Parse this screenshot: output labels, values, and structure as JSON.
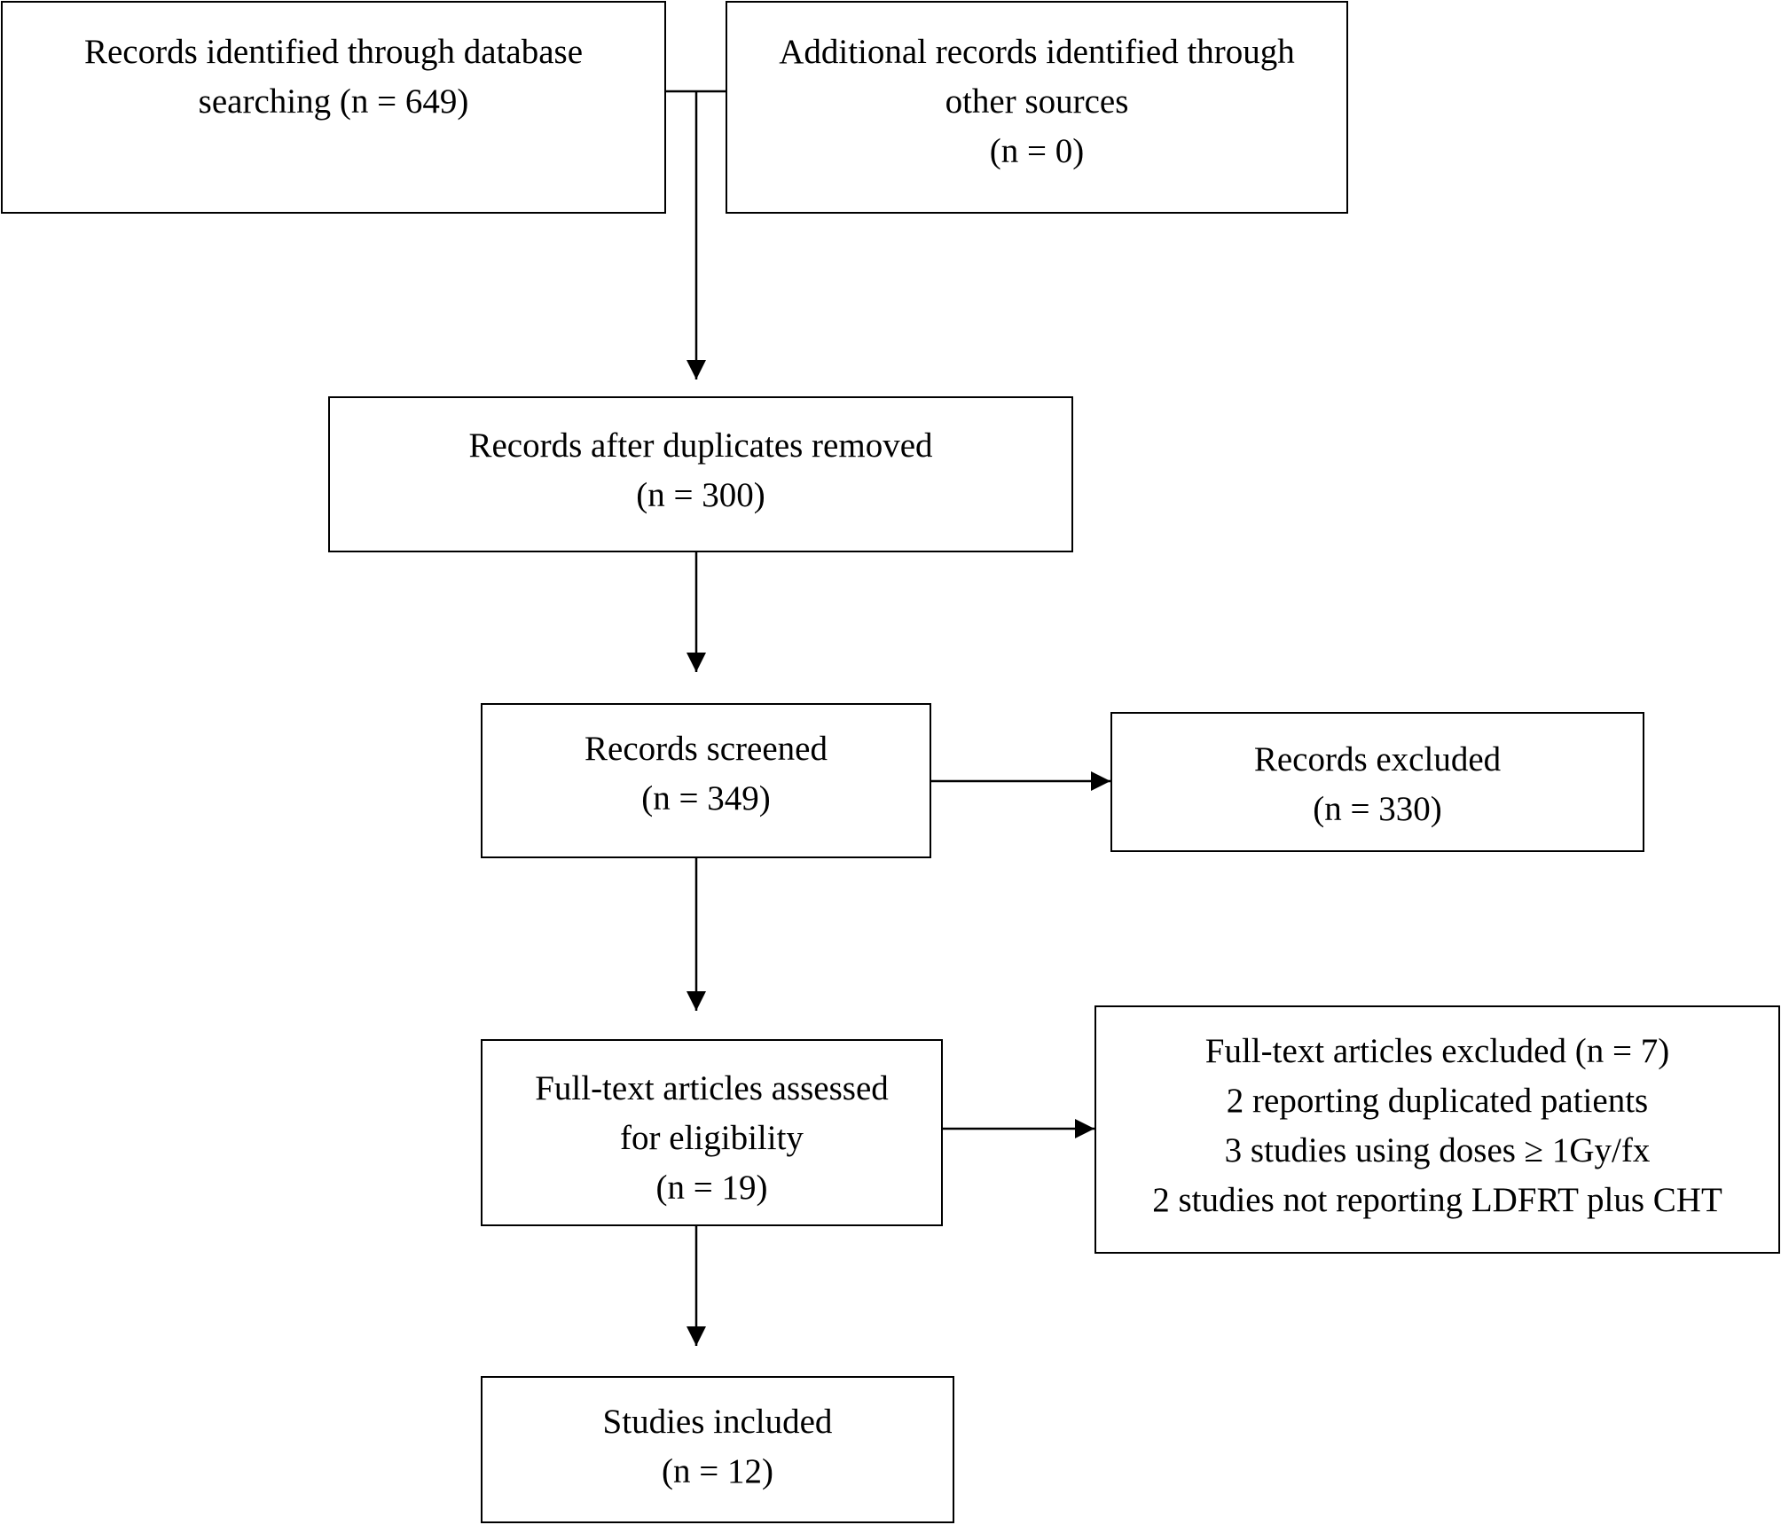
{
  "boxes": {
    "identified_db": {
      "lines": [
        "Records identified through database",
        "searching (n = 649)"
      ]
    },
    "identified_other": {
      "lines": [
        "Additional records identified through",
        "other sources",
        "(n = 0)"
      ]
    },
    "after_duplicates": {
      "lines": [
        "Records after duplicates removed",
        "(n = 300)"
      ]
    },
    "screened": {
      "lines": [
        "Records screened",
        "(n = 349)"
      ]
    },
    "excluded": {
      "lines": [
        "Records excluded",
        "(n = 330)"
      ]
    },
    "fulltext_assessed": {
      "lines": [
        "Full-text articles assessed",
        "for eligibility",
        "(n = 19)"
      ]
    },
    "fulltext_excluded": {
      "lines": [
        "Full-text articles excluded (n = 7)",
        "2 reporting duplicated patients",
        "3 studies using doses ≥ 1Gy/fx",
        "2 studies not reporting LDFRT plus CHT"
      ]
    },
    "included": {
      "lines": [
        "Studies included",
        "(n = 12)"
      ]
    }
  }
}
